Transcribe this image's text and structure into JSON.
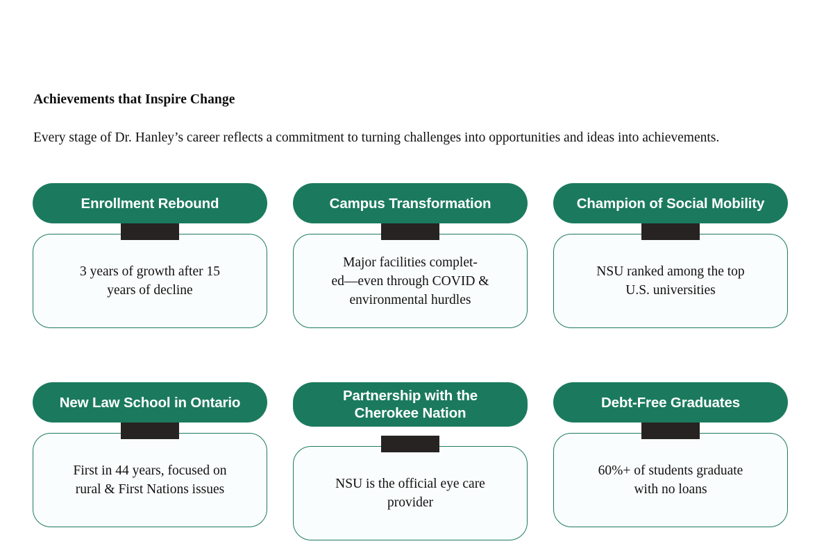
{
  "intro": {
    "heading": "Achievements that Inspire Change",
    "paragraph": "Every stage of Dr. Hanley’s career reflects a commitment to turning challenges into opportunities and ideas into achievements."
  },
  "theme": {
    "green": "#1b7a5d",
    "connector_dark": "#262322",
    "card_background": "#fafdfd",
    "page_background": "#ffffff",
    "header_text": "#ffffff",
    "body_text": "#111111"
  },
  "cards": [
    {
      "title": "Enrollment Rebound",
      "body": "3 years of growth after 15\nyears of decline",
      "title_lines": 1
    },
    {
      "title": "Campus Transformation",
      "body": "Major facilities complet-\ned—even through COVID &\nenvironmental hurdles",
      "title_lines": 1
    },
    {
      "title": "Champion of Social Mobility",
      "body": "NSU ranked among the top\nU.S. universities",
      "title_lines": 1
    },
    {
      "title": "New Law School in Ontario",
      "body": "First in 44 years, focused on\nrural & First Nations issues",
      "title_lines": 1
    },
    {
      "title": "Partnership with the\nCherokee Nation",
      "body": "NSU is the official eye care\nprovider",
      "title_lines": 2
    },
    {
      "title": "Debt-Free Graduates",
      "body": "60%+ of students graduate\nwith no loans",
      "title_lines": 1
    }
  ]
}
